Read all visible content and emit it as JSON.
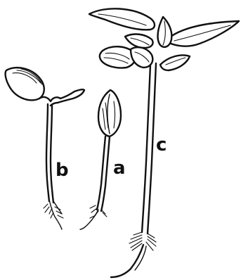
{
  "labels": {
    "a": "a",
    "b": "b",
    "c": "c"
  },
  "ink_color": "#111111",
  "background_color": "#ffffff"
}
